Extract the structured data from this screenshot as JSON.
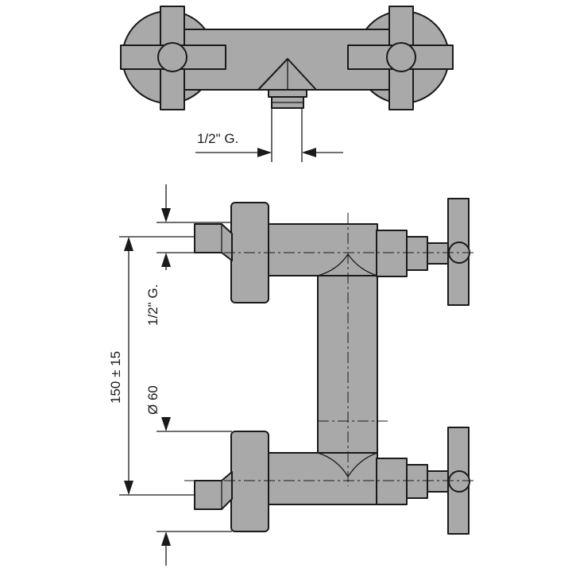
{
  "colors": {
    "body": "#a9a9a9",
    "line": "#1a1a1a",
    "background": "#ffffff"
  },
  "labels": {
    "top_thread": "1/2\" G.",
    "side_thread": "1/2\" G.",
    "center_distance": "150 ± 15",
    "diameter": "Ø 60"
  }
}
